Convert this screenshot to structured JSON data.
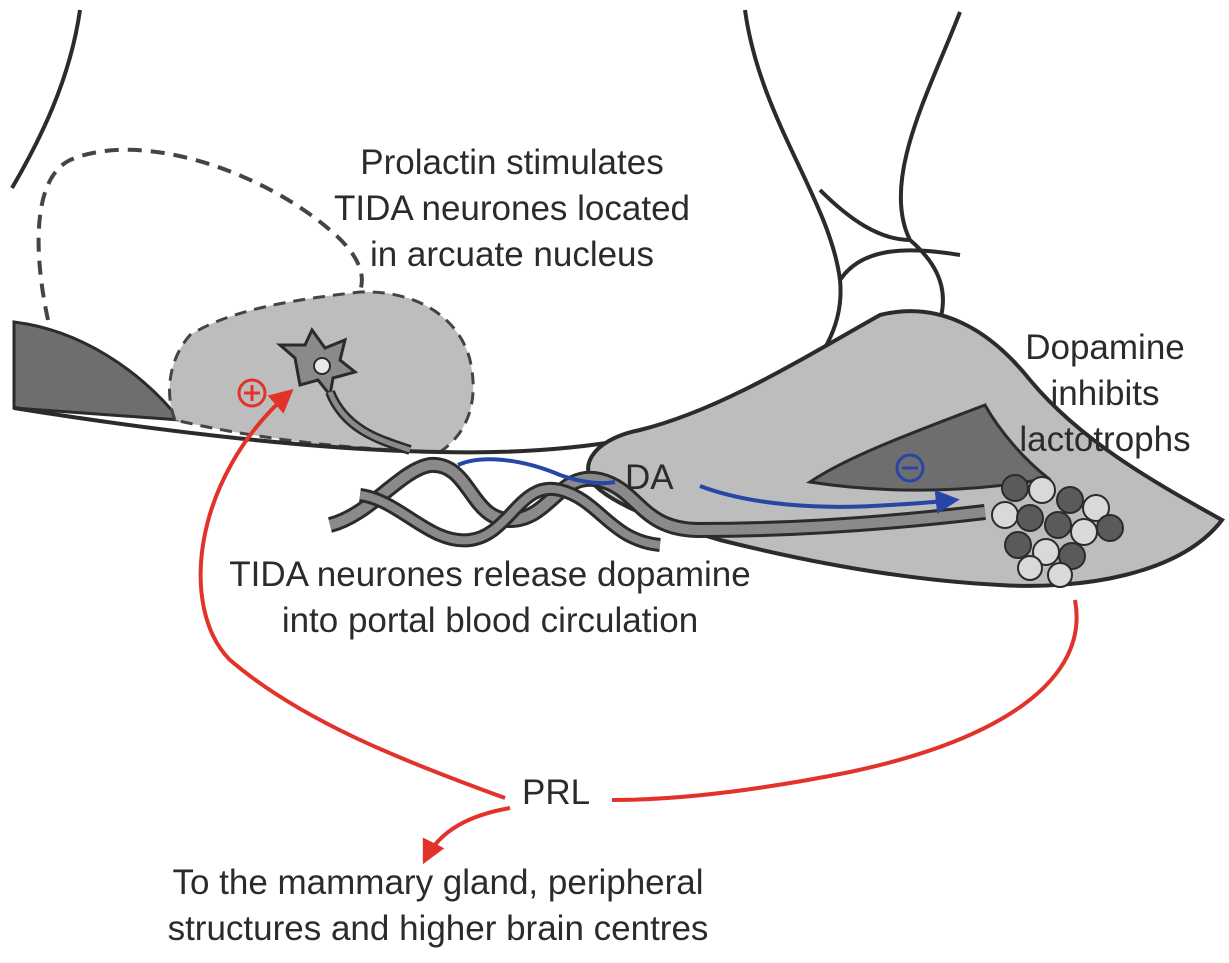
{
  "labels": {
    "prolactin_stimulates": [
      "Prolactin stimulates",
      "TIDA neurones located",
      "in arcuate nucleus"
    ],
    "dopamine_inhibits": [
      "Dopamine",
      "inhibits",
      "lactotrophs"
    ],
    "da": "DA",
    "tida_release": [
      "TIDA neurones release dopamine",
      "into portal blood circulation"
    ],
    "prl": "PRL",
    "to_mammary": [
      "To the mammary gland, peripheral",
      "structures and higher brain centres"
    ],
    "plus_symbol": "+",
    "minus_symbol": "−"
  },
  "colors": {
    "outline": "#2b2b2b",
    "tissue_fill": "#bdbdbd",
    "dark_tissue": "#6e6e6e",
    "prl_arrow": "#e2332b",
    "dopamine_arrow": "#2746a8"
  }
}
